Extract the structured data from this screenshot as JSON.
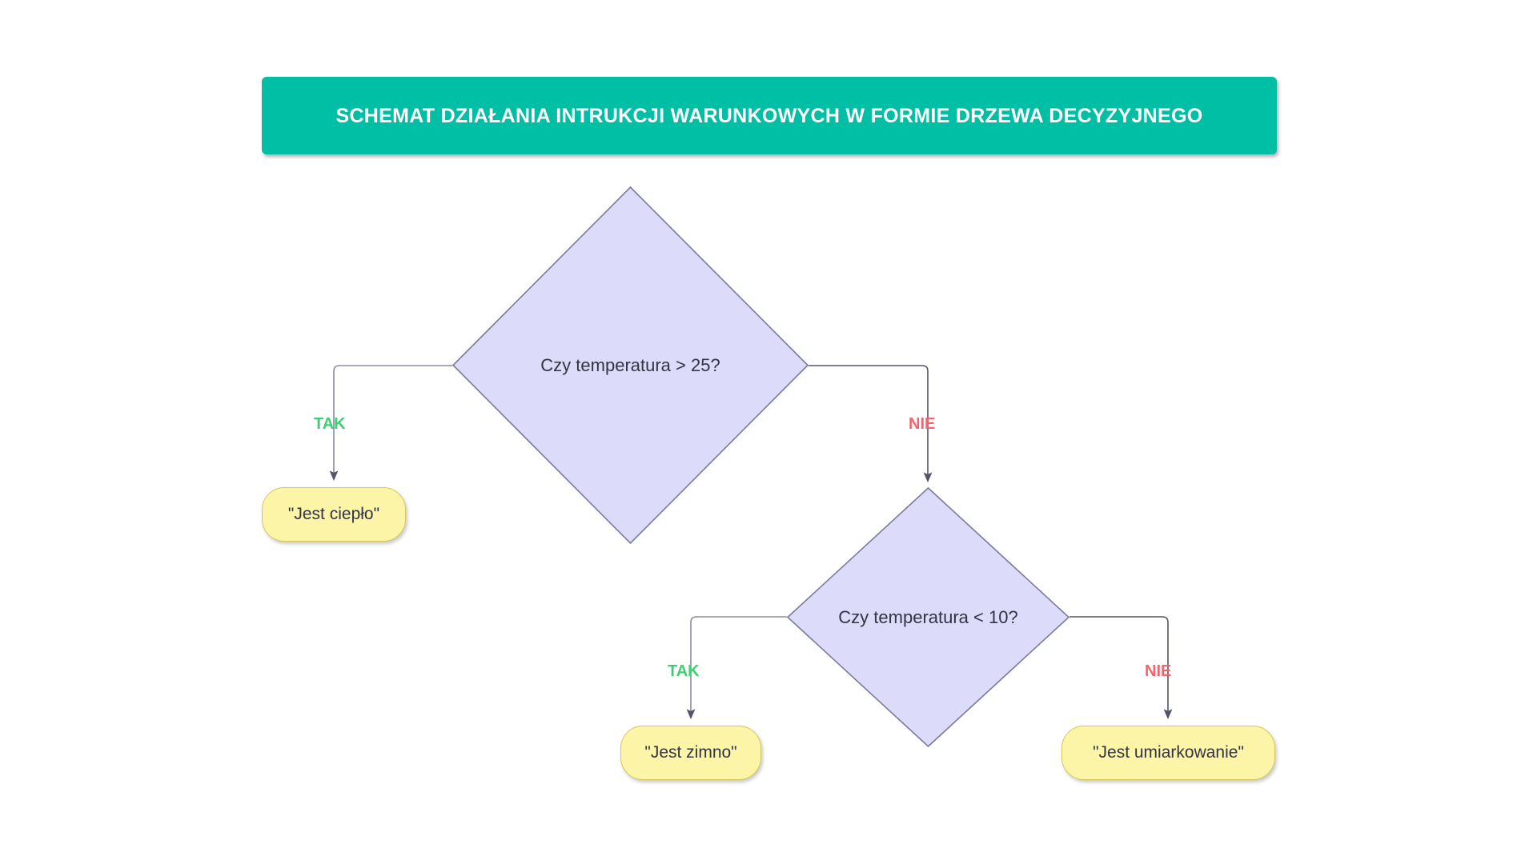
{
  "title": {
    "text": "SCHEMAT DZIAŁANIA INTRUKCJI WARUNKOWYCH W FORMIE DRZEWA DECYZYJNEGO",
    "background_color": "#00bfa5",
    "text_color": "#ffffff"
  },
  "colors": {
    "banner_teal": "#00bfa5",
    "decision_fill": "#dcdcfa",
    "decision_border": "#7a7a9a",
    "terminal_fill": "#fcf5a8",
    "terminal_border": "#d4ca56",
    "edge_line": "#7f7f98",
    "label_yes_green": "#3ecf74",
    "label_no_red": "#f4646e",
    "node_text": "#333344",
    "canvas_background": "#ffffff"
  },
  "nodes": [
    {
      "id": "decision-1",
      "type": "decision",
      "label": "Czy temperatura > 25?"
    },
    {
      "id": "decision-2",
      "type": "decision",
      "label": "Czy temperatura < 10?"
    },
    {
      "id": "terminal-ciepo",
      "type": "terminal",
      "label": "\"Jest ciepło\""
    },
    {
      "id": "terminal-zimno",
      "type": "terminal",
      "label": "\"Jest zimno\""
    },
    {
      "id": "terminal-umiarkowanie",
      "type": "terminal",
      "label": "\"Jest umiarkowanie\""
    }
  ],
  "edges": [
    {
      "id": "edge-1",
      "from": "decision-1",
      "to": "terminal-ciepo",
      "label": "TAK",
      "label_kind": "yes"
    },
    {
      "id": "edge-2",
      "from": "decision-1",
      "to": "decision-2",
      "label": "NIE",
      "label_kind": "no"
    },
    {
      "id": "edge-3",
      "from": "decision-2",
      "to": "terminal-zimno",
      "label": "TAK",
      "label_kind": "yes"
    },
    {
      "id": "edge-4",
      "from": "decision-2",
      "to": "terminal-umiarkowanie",
      "label": "NIE",
      "label_kind": "no"
    }
  ]
}
